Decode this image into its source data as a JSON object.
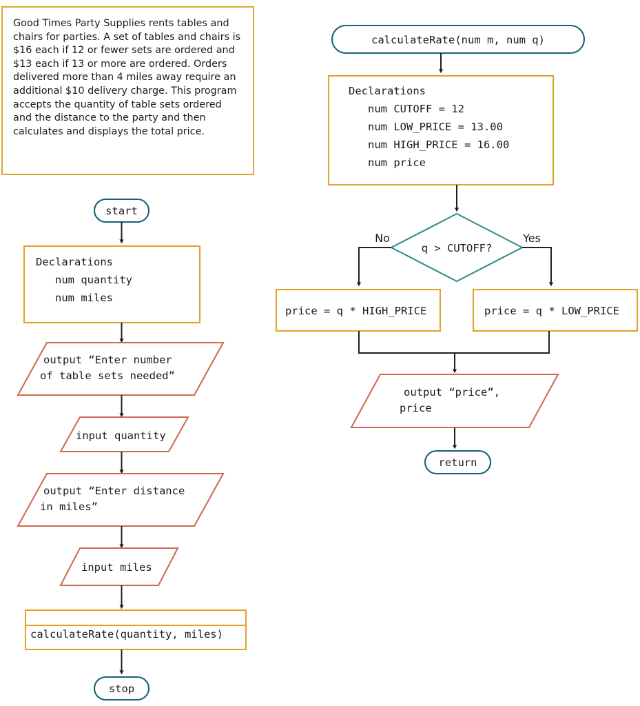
{
  "figure": {
    "type": "flowchart",
    "description_box": {
      "text": "Good Times Party Supplies rents tables and chairs for parties. A set of tables and chairs is $16 each if 12 or fewer sets are ordered and $13 each if 13 or more are ordered. Orders delivered more than 4 miles away require an additional $10 delivery charge. This program accepts the quantity of table sets ordered and the distance to the party and then calculates and displays the total price.",
      "border_color": "#e0a42e"
    },
    "colors": {
      "terminator": "#14607a",
      "process": "#e0a42e",
      "input_output": "#cf6a52",
      "decision": "#2f8c8c",
      "connector": "#231f20",
      "text": "#1b1b1b",
      "background": "#ffffff"
    }
  },
  "main_flowchart": {
    "name": "main-program",
    "nodes": {
      "start": {
        "shape": "terminator",
        "label": "start"
      },
      "declarations": {
        "shape": "process",
        "lines": [
          "Declarations",
          "   num quantity",
          "   num miles"
        ]
      },
      "output_prompt_quantity": {
        "shape": "input-output",
        "lines": [
          "output “Enter number",
          "of table sets needed”"
        ]
      },
      "input_quantity": {
        "shape": "input-output",
        "lines": [
          "input quantity"
        ]
      },
      "output_prompt_miles": {
        "shape": "input-output",
        "lines": [
          "output “Enter distance",
          "in miles”"
        ]
      },
      "input_miles": {
        "shape": "input-output",
        "lines": [
          "input miles"
        ]
      },
      "module_call": {
        "shape": "module",
        "label": "calculateRate(quantity, miles)"
      },
      "stop": {
        "shape": "terminator",
        "label": "stop"
      }
    }
  },
  "module_flowchart": {
    "name": "calculate-rate-module",
    "nodes": {
      "header": {
        "shape": "terminator",
        "label": "calculateRate(num m, num q)"
      },
      "declarations": {
        "shape": "process",
        "lines": [
          "Declarations",
          "   num CUTOFF = 12",
          "   num LOW_PRICE = 13.00",
          "   num HIGH_PRICE = 16.00",
          "   num price"
        ]
      },
      "decision": {
        "shape": "decision",
        "label": "q > CUTOFF?"
      },
      "branch_no_label": "No",
      "branch_yes_label": "Yes",
      "assign_high": {
        "shape": "process",
        "label": "price = q * HIGH_PRICE"
      },
      "assign_low": {
        "shape": "process",
        "label": "price = q * LOW_PRICE"
      },
      "output_price": {
        "shape": "input-output",
        "lines": [
          "output “price”,",
          "price"
        ]
      },
      "return": {
        "shape": "terminator",
        "label": "return"
      }
    }
  }
}
